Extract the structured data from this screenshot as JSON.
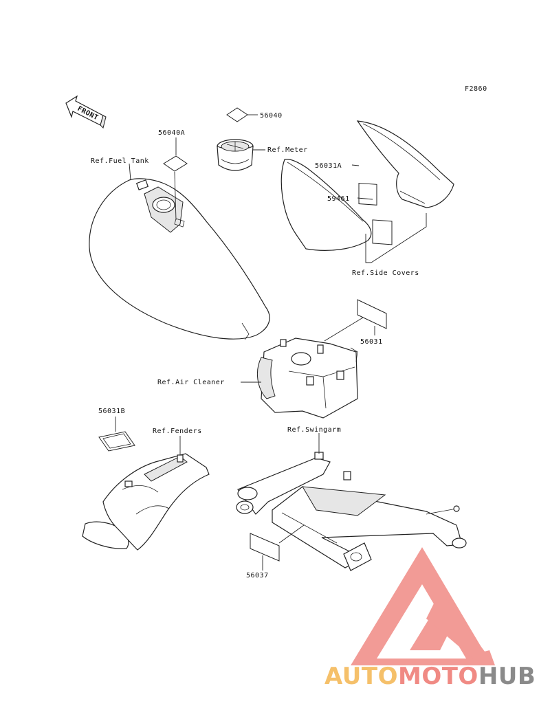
{
  "figure_code": "F2860",
  "front_arrow_label": "FRONT",
  "parts": {
    "p56040": "56040",
    "p56040a": "56040A",
    "p56031a": "56031A",
    "p59461": "59461",
    "p56031": "56031",
    "p56031b": "56031B",
    "p56037": "56037"
  },
  "references": {
    "fuel_tank": "Ref.Fuel Tank",
    "meter": "Ref.Meter",
    "side_covers": "Ref.Side Covers",
    "air_cleaner": "Ref.Air Cleaner",
    "fenders": "Ref.Fenders",
    "swingarm": "Ref.Swingarm"
  },
  "watermark": {
    "part1": "AUTO",
    "part2": "MOTO",
    "part3": "HUB",
    "color_auto": "#f5c06a",
    "color_moto": "#f08a84",
    "color_hub": "#8a8a8a",
    "logo_color": "#f08a84"
  }
}
